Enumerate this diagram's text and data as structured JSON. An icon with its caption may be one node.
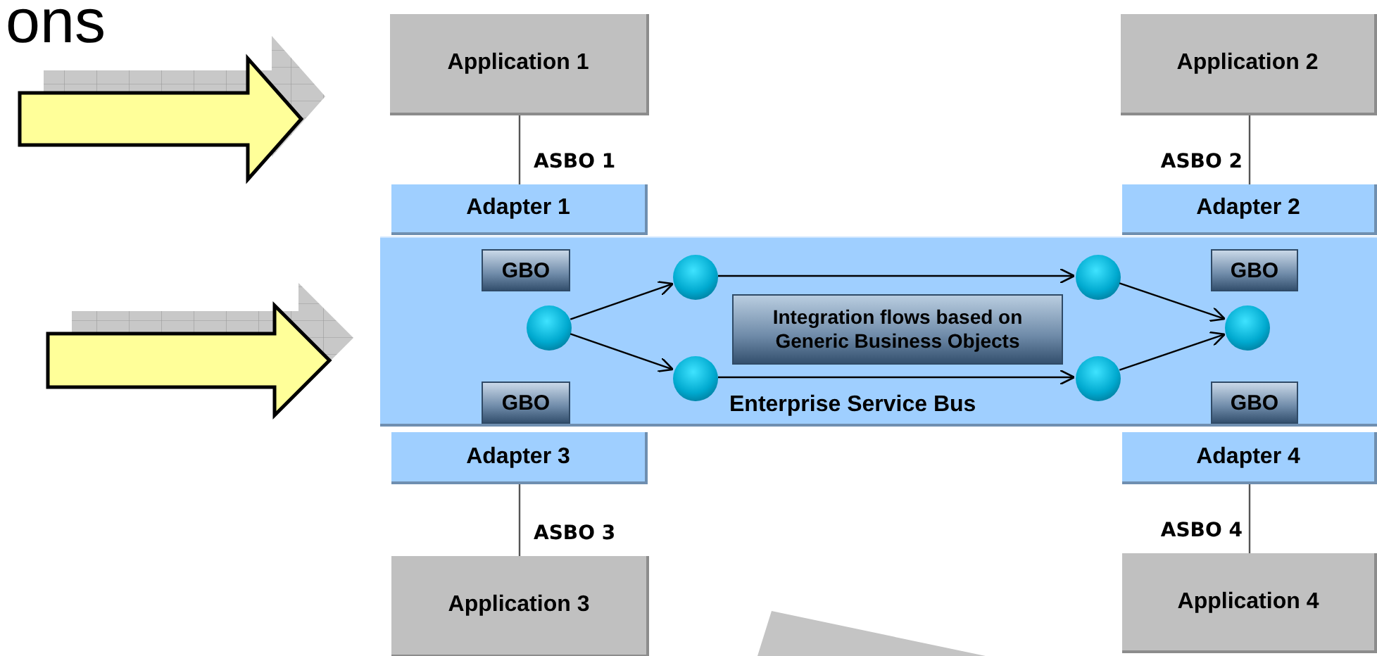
{
  "diagram": {
    "nodes": [
      {
        "text": [
          "Application 1"
        ]
      },
      {
        "text": [
          "Application 2"
        ]
      },
      {
        "text": [
          "Adapter 1"
        ]
      },
      {
        "text": [
          "Adapter 2"
        ]
      },
      {
        "text": [
          "Enterprise Service Bus"
        ]
      },
      {
        "text": [
          "GBO"
        ],
        "in": 4
      },
      {
        "text": [
          "GBO"
        ],
        "in": 4
      },
      {
        "text": [
          "Integration flows based on Generic Business Objects"
        ],
        "in": 4
      },
      {
        "text": [
          "GBO"
        ],
        "in": 4
      },
      {
        "text": [
          "GBO"
        ],
        "in": 4
      },
      {
        "text": [],
        "shape": "circle",
        "in": 4
      },
      {
        "text": [],
        "shape": "circle",
        "in": 4
      },
      {
        "text": [],
        "shape": "circle",
        "in": 4
      },
      {
        "text": [],
        "shape": "circle",
        "in": 4
      },
      {
        "text": [],
        "shape": "circle",
        "in": 4
      },
      {
        "text": [],
        "shape": "circle",
        "in": 4
      },
      {
        "text": [
          "Adapter 3"
        ]
      },
      {
        "text": [
          "Adapter 4"
        ]
      },
      {
        "text": [
          "Application 3"
        ]
      },
      {
        "text": [
          "Application 4"
        ]
      }
    ],
    "edges": [
      {
        "from": 0,
        "to": 2,
        "arrow": "none",
        "label": "ASBO 1"
      },
      {
        "from": 1,
        "to": 3,
        "arrow": "none",
        "label": "ASBO 2"
      },
      {
        "from": 16,
        "to": 18,
        "arrow": "none",
        "label": "ASBO 3"
      },
      {
        "from": 17,
        "to": 19,
        "arrow": "none",
        "label": "ASBO 4"
      },
      {
        "from": 10,
        "to": 11,
        "arrow": "to"
      },
      {
        "from": 10,
        "to": 12,
        "arrow": "to"
      },
      {
        "from": 11,
        "to": 13,
        "arrow": "to"
      },
      {
        "from": 12,
        "to": 14,
        "arrow": "to"
      },
      {
        "from": 13,
        "to": 15,
        "arrow": "to"
      },
      {
        "from": 14,
        "to": 15,
        "arrow": "to"
      }
    ],
    "labels": [
      "ons"
    ]
  }
}
